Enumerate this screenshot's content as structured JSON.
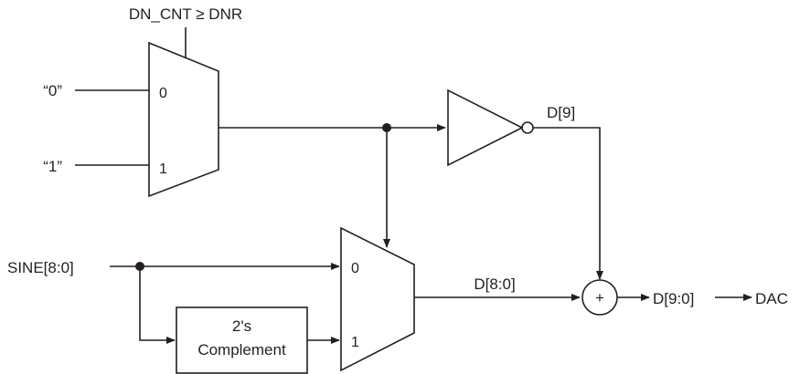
{
  "signals": {
    "select_condition": "DN_CNT ≥ DNR",
    "const_zero": "“0”",
    "const_one": "“1”",
    "sine_input": "SINE[8:0]",
    "msb_output": "D[9]",
    "lsb_bus": "D[8:0]",
    "sum_output": "D[9:0]",
    "dac": "DAC"
  },
  "mux_top": {
    "input0": "0",
    "input1": "1"
  },
  "mux_bottom": {
    "input0": "0",
    "input1": "1"
  },
  "complement_block": {
    "line1": "2's",
    "line2": "Complement"
  },
  "adder": {
    "symbol": "+"
  }
}
